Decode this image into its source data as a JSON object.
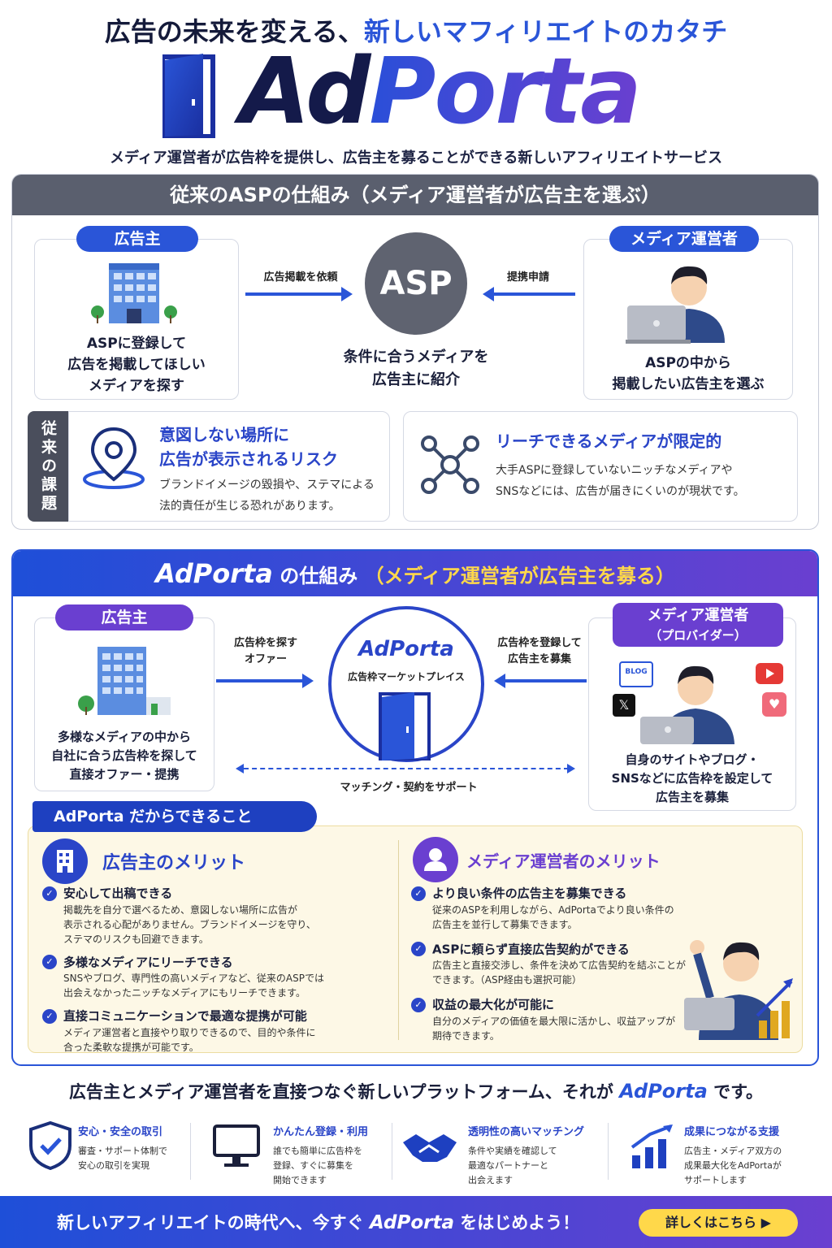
{
  "header": {
    "tagline_a": "広告の未来を変える、",
    "tagline_b": "新しいマフィリエイトのカタチ",
    "logo_a": "Ad",
    "logo_b": "Porta",
    "subtitle": "メディア運営者が広告枠を提供し、広告主を募ることができる新しいアフィリエイトサービス"
  },
  "legacy": {
    "title": "従来のASPの仕組み（メディア運営者が広告主を選ぶ）",
    "advertiser_label": "広告主",
    "advertiser_text": [
      "ASPに登録して",
      "広告を掲載してほしい",
      "メディアを探す"
    ],
    "arrow_left_label": "広告掲載を依頼",
    "asp": "ASP",
    "arrow_right_label": "提携申請",
    "asp_text": [
      "条件に合うメディアを",
      "広告主に紹介"
    ],
    "media_label": "メディア運営者",
    "media_text": [
      "ASPの中から",
      "掲載したい広告主を選ぶ"
    ],
    "issues_label": "従来の課題",
    "issue1_title": [
      "意図しない場所に",
      "広告が表示されるリスク"
    ],
    "issue1_text": [
      "ブランドイメージの毀損や、ステマによる",
      "法的責任が生じる恐れがあります。"
    ],
    "issue2_title": "リーチできるメディアが限定的",
    "issue2_text": [
      "大手ASPに登録していないニッチなメディアや",
      "SNSなどには、広告が届きにくいのが現状です。"
    ]
  },
  "adporta": {
    "title_ad": "AdPorta",
    "title_mid": "の仕組み",
    "title_y": "（メディア運営者が広告主を募る）",
    "advertiser_label": "広告主",
    "advertiser_text": [
      "多様なメディアの中から",
      "自社に合う広告枠を探して",
      "直接オファー・提携"
    ],
    "arrow_left_label": [
      "広告枠を探す",
      "オファー"
    ],
    "hub_logo": "AdPorta",
    "hub_sub": "広告枠マーケットプレイス",
    "arrow_right_label": [
      "広告枠を登録して",
      "広告主を募集"
    ],
    "support": "マッチング・契約をサポート",
    "media_label": "メディア運営者",
    "media_sub": "（プロバイダー）",
    "blog_badge": "BLOG",
    "x_badge": "𝕏",
    "media_text": [
      "自身のサイトやブログ・",
      "SNSなどに広告枠を設定して",
      "広告主を募集"
    ],
    "can_do": "AdPorta だからできること",
    "adv_merit_title": "広告主のメリット",
    "adv_merits": [
      {
        "h": "安心して出稿できる",
        "p": [
          "掲載先を自分で選べるため、意図しない場所に広告が",
          "表示される心配がありません。ブランドイメージを守り、",
          "ステマのリスクも回避できます。"
        ]
      },
      {
        "h": "多様なメディアにリーチできる",
        "p": [
          "SNSやブログ、専門性の高いメディアなど、従来のASPでは",
          "出会えなかったニッチなメディアにもリーチできます。"
        ]
      },
      {
        "h": "直接コミュニケーションで最適な提携が可能",
        "p": [
          "メディア運営者と直接やり取りできるので、目的や条件に",
          "合った柔軟な提携が可能です。"
        ]
      }
    ],
    "media_merit_title": "メディア運営者のメリット",
    "media_merits": [
      {
        "h": "より良い条件の広告主を募集できる",
        "p": [
          "従来のASPを利用しながら、AdPortaでより良い条件の",
          "広告主を並行して募集できます。"
        ]
      },
      {
        "h": "ASPに頼らず直接広告契約ができる",
        "p": [
          "広告主と直接交渉し、条件を決めて広告契約を結ぶことが",
          "できます。（ASP経由も選択可能）"
        ]
      },
      {
        "h": "収益の最大化が可能に",
        "p": [
          "自分のメディアの価値を最大限に活かし、収益アップが",
          "期待できます。"
        ]
      }
    ]
  },
  "closing": {
    "line_a": "広告主とメディア運営者を直接つなぐ新しいプラットフォーム、それが",
    "line_ap": "AdPorta",
    "line_b": "です。",
    "features": [
      {
        "h": "安心・安全の取引",
        "p": [
          "審査・サポート体制で",
          "安心の取引を実現"
        ]
      },
      {
        "h": "かんたん登録・利用",
        "p": [
          "誰でも簡単に広告枠を",
          "登録、すぐに募集を",
          "開始できます"
        ]
      },
      {
        "h": "透明性の高いマッチング",
        "p": [
          "条件や実績を確認して",
          "最適なパートナーと",
          "出会えます"
        ]
      },
      {
        "h": "成果につながる支援",
        "p": [
          "広告主・メディア双方の",
          "成果最大化をAdPortaが",
          "サポートします"
        ]
      }
    ],
    "banner_a": "新しいアフィリエイトの時代へ、今すぐ",
    "banner_ap": "AdPorta",
    "banner_b": "をはじめよう！",
    "cta": "詳しくはこちら ▶"
  },
  "colors": {
    "blue": "#2a55d8",
    "purple": "#6a3fd0",
    "gray": "#5a5f6e",
    "yellow": "#ffd84a"
  }
}
